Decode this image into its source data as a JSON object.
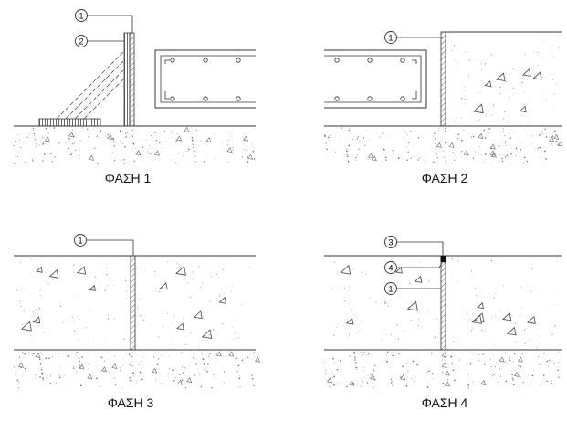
{
  "phases": [
    {
      "caption": "ΦΑΣΗ 1",
      "callouts": [
        "1",
        "2"
      ]
    },
    {
      "caption": "ΦΑΣΗ 2",
      "callouts": [
        "1"
      ]
    },
    {
      "caption": "ΦΑΣΗ 3",
      "callouts": [
        "1"
      ]
    },
    {
      "caption": "ΦΑΣΗ 4",
      "callouts": [
        "3",
        "4",
        "1"
      ]
    }
  ],
  "colors": {
    "line": "#333333",
    "ground_dots": "#777777",
    "background": "#ffffff"
  }
}
